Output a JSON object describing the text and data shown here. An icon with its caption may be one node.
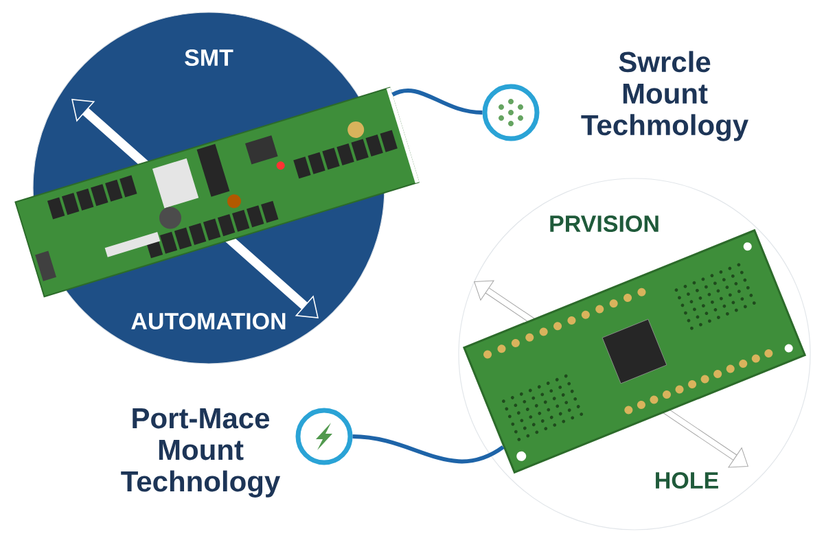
{
  "diagram": {
    "nodes": [
      {
        "text": [
          "SMT",
          "AUTOMATION"
        ]
      },
      {
        "text": [],
        "shape": "picture"
      },
      {
        "text": [],
        "shape": "circle",
        "beside": [
          "Swrcle Mount Techmology"
        ]
      },
      {
        "text": [
          "PRVISION",
          "HOLE"
        ]
      },
      {
        "text": [],
        "shape": "picture",
        "in": 3
      },
      {
        "text": [],
        "shape": "circle",
        "beside": [
          "Port-Mace Mount Technology"
        ]
      }
    ],
    "edges": [
      {
        "from": 2,
        "to": 1,
        "arrow": "none"
      },
      {
        "from": 5,
        "to": 4,
        "arrow": "none"
      }
    ]
  }
}
